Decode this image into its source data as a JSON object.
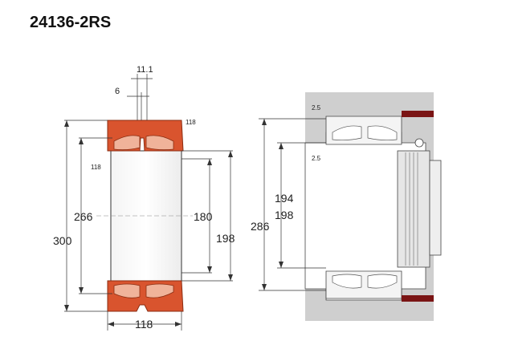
{
  "title": "24136-2RS",
  "left_view": {
    "dims": {
      "width_top_a": "11.1",
      "width_top_b": "6",
      "chamfer_top": "118",
      "chamfer_left": "118",
      "d_inner": "266",
      "d_outer": "300",
      "bore": "180",
      "d_mid": "198",
      "width": "118"
    }
  },
  "right_view": {
    "dims": {
      "gap_top": "2.5",
      "gap_mid": "2.5",
      "d1": "194",
      "d2": "198",
      "housing": "286"
    }
  },
  "colors": {
    "bearing_orange": "#d9542e",
    "housing_gray": "#cfcfcf",
    "seal_red": "#7a1414",
    "line": "#333333"
  }
}
